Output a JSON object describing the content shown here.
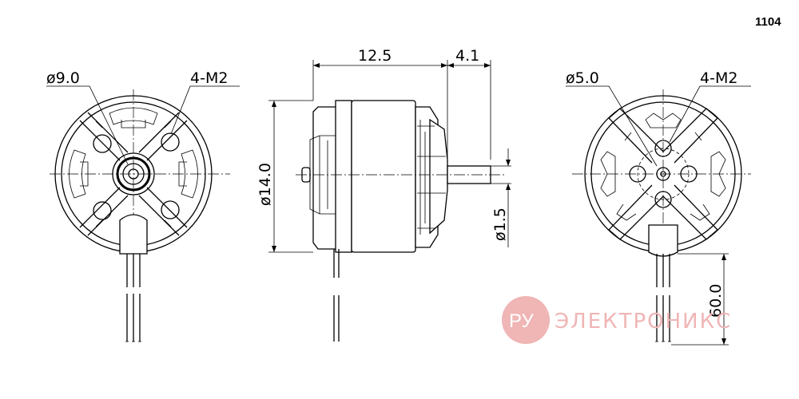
{
  "model": "1104",
  "front_view": {
    "diameter_label": "ø9.0",
    "holes_label": "4-M2"
  },
  "side_view": {
    "body_length": "12.5",
    "shaft_length": "4.1",
    "body_diameter": "ø14.0",
    "shaft_diameter": "ø1.5"
  },
  "rear_view": {
    "diameter_label": "ø5.0",
    "holes_label": "4-M2",
    "lead_length": "60.0"
  },
  "watermark": {
    "logo": "РУ",
    "text": "ЭЛЕКТРОНИКС",
    "color": "#f0b5b5"
  }
}
